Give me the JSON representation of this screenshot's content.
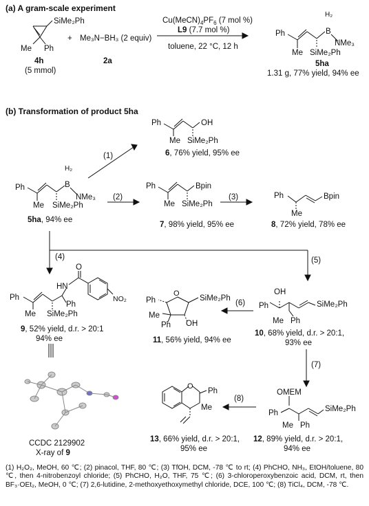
{
  "section_a": {
    "title": "(a) A gram-scale experiment",
    "reagents_top_1": "Cu(MeCN)",
    "reagents_top_1_sub": "4",
    "reagents_top_1_b": "PF",
    "reagents_top_1_sub2": "6",
    "reagents_top_1_c": " (7 mol %)",
    "ligand": "L9",
    "ligand_loading": " (7.7 mol %)",
    "conditions": "toluene, 22 °C, 12 h",
    "plus": "+",
    "borane": "Me₃N−BH₃ (2 equiv)",
    "sm_label": "4h",
    "sm_amount": "(5 mmol)",
    "reagent_label": "2a",
    "product_label": "5ha",
    "product_result": "1.31 g, 77% yield, 94% ee"
  },
  "section_b": {
    "title": "(b) Transformation of product 5ha",
    "start_label": "5ha",
    "start_ee": ", 94% ee",
    "steps": [
      "(1)",
      "(2)",
      "(3)",
      "(4)",
      "(5)",
      "(6)",
      "(7)",
      "(8)"
    ],
    "p6": {
      "num": "6",
      "text": ", 76% yield, 95% ee"
    },
    "p7": {
      "num": "7",
      "text": ", 98% yield, 95% ee"
    },
    "p8": {
      "num": "8",
      "text": ", 72% yield, 78% ee"
    },
    "p9": {
      "num": "9",
      "text": ", 52% yield, d.r. > 20:1",
      "ee": "94% ee"
    },
    "p10": {
      "num": "10",
      "text": ", 68% yield, d.r. > 20:1,",
      "ee": "93% ee"
    },
    "p11": {
      "num": "11",
      "text": ", 56% yield, 94% ee"
    },
    "p12": {
      "num": "12",
      "text": ", 89% yield, d.r. > 20:1,",
      "ee": "94% ee"
    },
    "p13": {
      "num": "13",
      "text": ", 66% yield, d.r. > 20:1,",
      "ee": "95% ee"
    },
    "xray_ccdc": "CCDC 2129902",
    "xray_caption": "X-ray of ",
    "xray_num": "9"
  },
  "atoms": {
    "ph": "Ph",
    "me": "Me",
    "sime2ph": "SiMe₂Ph",
    "h2": "H₂",
    "b": "B",
    "nme3": "NMe₃",
    "bpin": "Bpin",
    "oh": "OH",
    "o": "O",
    "hn": "HN",
    "no2": "NO₂",
    "omem": "OMEM",
    "mephlabel": "Ph"
  },
  "footnote": "(1) H₂O₂, MeOH, 60 ℃; (2) pinacol, THF, 80 ℃; (3) TfOH, DCM, -78 ℃ to rt; (4) PhCHO, NH₃, EtOH/toluene, 80 ℃, then 4-nitrobenzoyl chloride; (5) PhCHO, H₂O, THF, 75 ℃; (6) 3-chloroperoxybenzoic acid, DCM, rt, then BF₃·OEt₂, MeOH, 0 ℃; (7) 2,6-lutidine, 2-methoxyethoxymethyl chloride, DCE, 100 ℃; (8) TiCl₄, DCM, -78 ℃."
}
